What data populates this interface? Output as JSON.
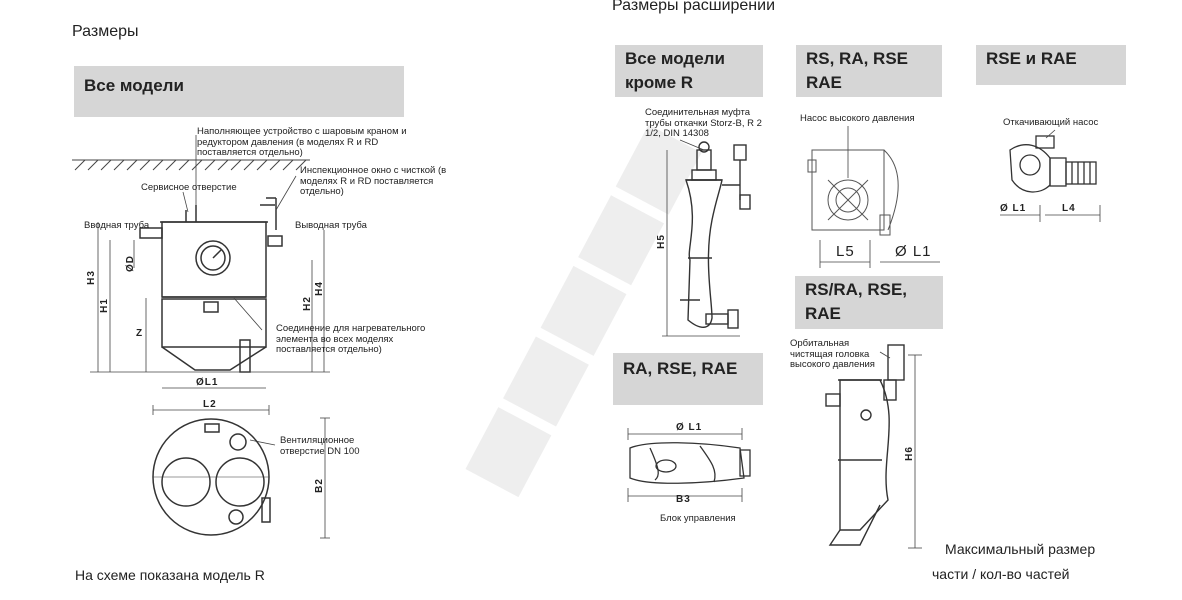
{
  "left": {
    "title": "Размеры",
    "header": "Все модели",
    "labels": {
      "filler": "Наполняющее устройство с шаровым краном и редуктором давления (в моделях R и RD поставляется отдельно)",
      "service": "Сервисное отверстие",
      "inspection": "Инспекционное окно с чисткой (в моделях R и RD поставляется отдельно)",
      "inlet": "Вводная труба",
      "outlet": "Выводная труба",
      "heater": "Соединение для нагревательного элемента во всех моделях поставляется отдельно)",
      "vent": "Вентиляционное отверстие DN 100"
    },
    "dims": {
      "h3": "H3",
      "h1": "H1",
      "od": "ØD",
      "z": "Z",
      "h2": "H2",
      "h4": "H4",
      "l1": "ØL1",
      "l2": "L2",
      "b2": "B2"
    },
    "footer": "На схеме показана модель R"
  },
  "right": {
    "title": "Размеры расширении",
    "headers": {
      "all_except_r": "Все модели кроме R",
      "rs_ra_rse_rae": "RS, RA, RSE RAE",
      "rse_rae": "RSE и RAE",
      "ra_rse_rae": "RA, RSE, RAE",
      "rs_ra_rse_rae_2": "RS/RA, RSE, RAE"
    },
    "labels": {
      "coupling": "Соединительная муфта трубы откачки Storz-B, R 2 1/2, DIN 14308",
      "hp_pump": "Насос высокого давления",
      "suction_pump": "Откачивающий насос",
      "control_unit": "Блок управления",
      "orbital": "Орбитальная чистящая головка высокого давления"
    },
    "dims": {
      "h5": "H5",
      "l5": "L5",
      "l1": "Ø L1",
      "l1b": "Ø L1",
      "l4": "L4",
      "l1c": "Ø L1",
      "b3": "B3",
      "h6": "H6"
    },
    "footer1": "Максимальный размер",
    "footer2": "части / кол-во частей"
  }
}
